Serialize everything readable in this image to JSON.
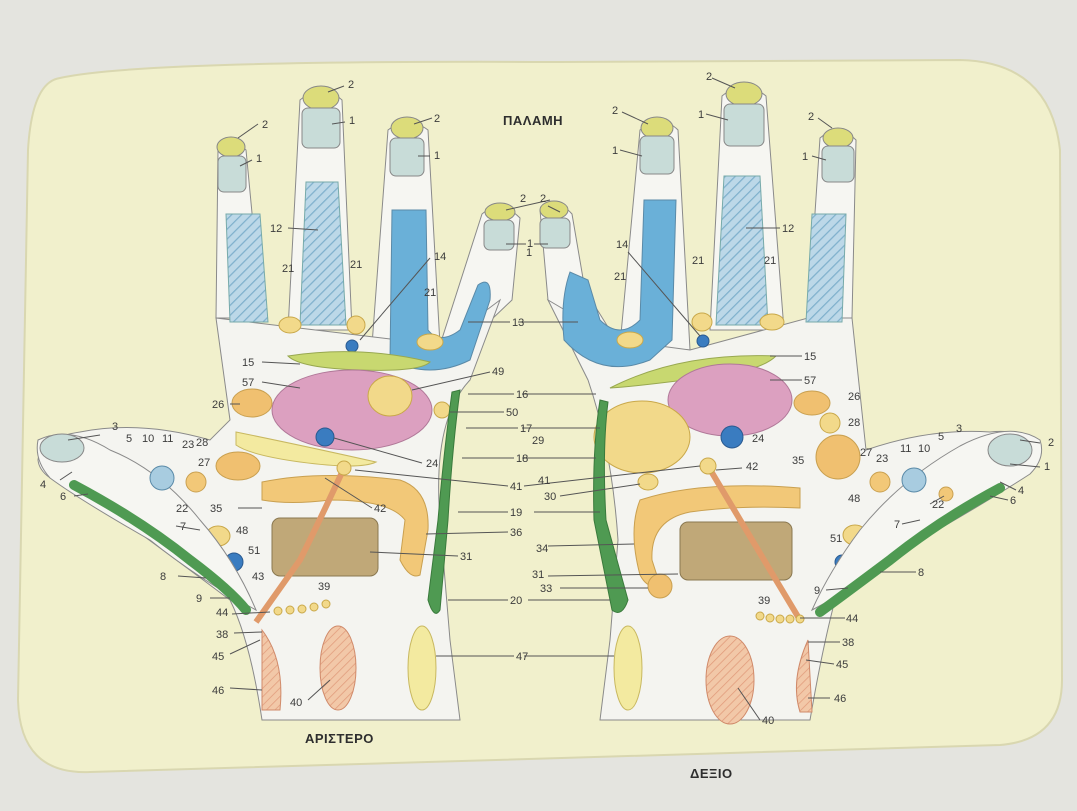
{
  "title_palm": "ΠΑΛΑΜΗ",
  "label_left": "ΑΡΙΣΤΕΡΟ",
  "label_right": "ΔΕΞΙΟ",
  "colors": {
    "card": "#f2f0c8",
    "hand": "#f4f4f0",
    "blue": "#6ab0d8",
    "hatch": "#a8cce0",
    "yellow": "#f2d98a",
    "orange": "#f0c070",
    "pink": "#d89ab8",
    "green": "#4f9a52",
    "olive": "#b8a070",
    "salmon": "#ecb08a",
    "tip": "#dcdc7a",
    "segment": "#c8dcd8"
  },
  "diagram": {
    "left_labels": {
      "n1a": "1",
      "n1b": "1",
      "n1c": "1",
      "n1d": "1",
      "n2a": "2",
      "n2b": "2",
      "n2c": "2",
      "n2d": "2",
      "n3": "3",
      "n4": "4",
      "n5": "5",
      "n6": "6",
      "n7": "7",
      "n8": "8",
      "n9": "9",
      "n10": "10",
      "n11": "11",
      "n12": "12",
      "n13": "13",
      "n14": "14",
      "n15": "15",
      "n16": "16",
      "n17": "17",
      "n18": "18",
      "n19": "19",
      "n20": "20",
      "n21a": "21",
      "n21b": "21",
      "n21c": "21",
      "n22": "22",
      "n23": "23",
      "n24": "24",
      "n26": "26",
      "n27": "27",
      "n28": "28",
      "n31": "31",
      "n35": "35",
      "n36": "36",
      "n38": "38",
      "n39": "39",
      "n40": "40",
      "n41": "41",
      "n42": "42",
      "n43": "43",
      "n44": "44",
      "n45": "45",
      "n46": "46",
      "n47": "47",
      "n48": "48",
      "n49": "49",
      "n50": "50",
      "n51": "51",
      "n57": "57"
    },
    "right_labels": {
      "n1a": "1",
      "n1b": "1",
      "n1c": "1",
      "n1d": "1",
      "n1e": "1",
      "n2a": "2",
      "n2b": "2",
      "n2c": "2",
      "n2d": "2",
      "n2e": "2",
      "n3": "3",
      "n4": "4",
      "n5": "5",
      "n6": "6",
      "n7": "7",
      "n8": "8",
      "n9": "9",
      "n10": "10",
      "n11": "11",
      "n12": "12",
      "n14": "14",
      "n15": "15",
      "n21a": "21",
      "n21b": "21",
      "n21c": "21",
      "n22": "22",
      "n23": "23",
      "n24": "24",
      "n26": "26",
      "n27": "27",
      "n28": "28",
      "n29": "29",
      "n30": "30",
      "n31": "31",
      "n33": "33",
      "n34": "34",
      "n35": "35",
      "n38": "38",
      "n39": "39",
      "n40": "40",
      "n41": "41",
      "n42": "42",
      "n44": "44",
      "n45": "45",
      "n46": "46",
      "n48": "48",
      "n51": "51",
      "n57": "57"
    }
  }
}
